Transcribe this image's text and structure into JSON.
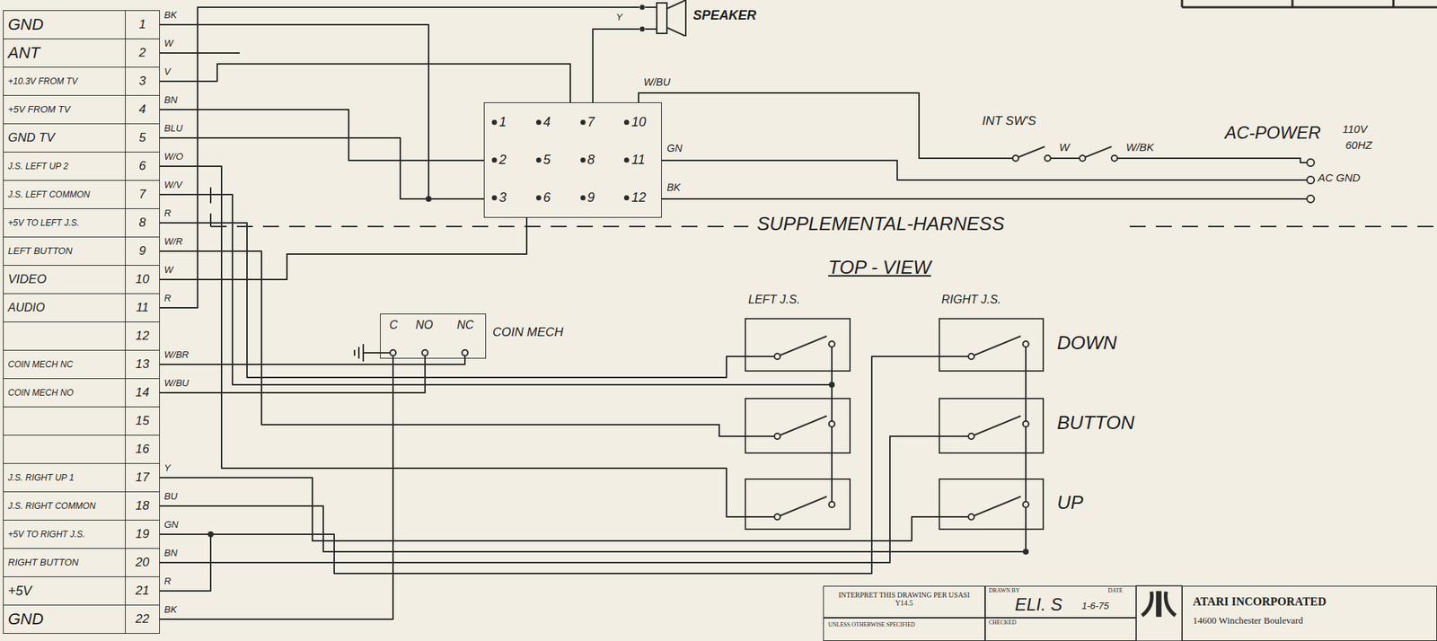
{
  "diagram": {
    "nodes": [
      {
        "text": [
          "GND",
          "1"
        ]
      },
      {
        "text": [
          "ANT",
          "2"
        ]
      },
      {
        "text": [
          "+10.3V FROM TV",
          "3"
        ]
      },
      {
        "text": [
          "+5V FROM TV",
          "4"
        ]
      },
      {
        "text": [
          "GND TV",
          "5"
        ]
      },
      {
        "text": [
          "J.S. LEFT UP 2",
          "6"
        ]
      },
      {
        "text": [
          "J.S. LEFT COMMON",
          "7"
        ]
      },
      {
        "text": [
          "+5V TO LEFT J.S.",
          "8"
        ]
      },
      {
        "text": [
          "LEFT BUTTON",
          "9"
        ]
      },
      {
        "text": [
          "VIDEO",
          "10"
        ]
      },
      {
        "text": [
          "AUDIO",
          "11"
        ]
      },
      {
        "text": [
          "12"
        ]
      },
      {
        "text": [
          "COIN MECH NC",
          "13"
        ]
      },
      {
        "text": [
          "COIN MECH NO",
          "14"
        ]
      },
      {
        "text": [
          "15"
        ]
      },
      {
        "text": [
          "16"
        ]
      },
      {
        "text": [
          "J.S. RIGHT UP 1",
          "17"
        ]
      },
      {
        "text": [
          "J.S. RIGHT COMMON",
          "18"
        ]
      },
      {
        "text": [
          "+5V TO RIGHT J.S.",
          "19"
        ]
      },
      {
        "text": [
          "RIGHT BUTTON",
          "20"
        ]
      },
      {
        "text": [
          "+5V",
          "21"
        ]
      },
      {
        "text": [
          "GND",
          "22"
        ]
      },
      {
        "text": [
          "SPEAKER"
        ]
      },
      {
        "text": [
          "1",
          "4",
          "7",
          "10",
          "2",
          "5",
          "8",
          "11",
          "3",
          "6",
          "9",
          "12"
        ]
      },
      {
        "text": [
          "C",
          "NO",
          "NC",
          "COIN MECH"
        ]
      },
      {
        "text": [
          "INTERPRET THIS DRAWING PER USASI Y14.5"
        ]
      },
      {
        "text": [
          "DRAWN BY",
          "DATE",
          "ELI. S",
          "1-6-75"
        ]
      },
      {
        "text": [
          "UNLESS OTHERWISE SPECIFIED"
        ]
      },
      {
        "text": [
          "CHECKED"
        ]
      },
      {
        "text": [
          "ATARI INCORPORATED",
          "14600 Winchester Boulevard"
        ]
      }
    ],
    "edges": [
      {
        "from": 0,
        "to": 23,
        "arrow": "none"
      },
      {
        "from": 2,
        "to": 23,
        "arrow": "none"
      },
      {
        "from": 3,
        "to": 23,
        "arrow": "none"
      },
      {
        "from": 4,
        "to": 23,
        "arrow": "none"
      },
      {
        "from": 9,
        "to": 23,
        "arrow": "none"
      },
      {
        "from": 10,
        "to": 22,
        "arrow": "none"
      },
      {
        "from": 23,
        "to": 22,
        "arrow": "none"
      },
      {
        "from": 12,
        "to": 24,
        "arrow": "none"
      },
      {
        "from": 13,
        "to": 24,
        "arrow": "none"
      },
      {
        "from": 21,
        "to": 24,
        "arrow": "none"
      }
    ],
    "labels": [
      "BK",
      "W",
      "V",
      "BN",
      "BLU",
      "W/O",
      "W/V",
      "R",
      "W/R",
      "W",
      "R",
      "W/BR",
      "W/BU",
      "Y",
      "BU",
      "GN",
      "BN",
      "R",
      "BK",
      "Y",
      "W/BU",
      "GN",
      "BK",
      "INT SW'S",
      "W",
      "W/BK",
      "AC-POWER",
      "110V",
      "60HZ",
      "AC GND",
      "SUPPLEMENTAL-HARNESS",
      "TOP - VIEW",
      "LEFT J.S.",
      "RIGHT J.S.",
      "DOWN",
      "BUTTON",
      "UP"
    ]
  }
}
